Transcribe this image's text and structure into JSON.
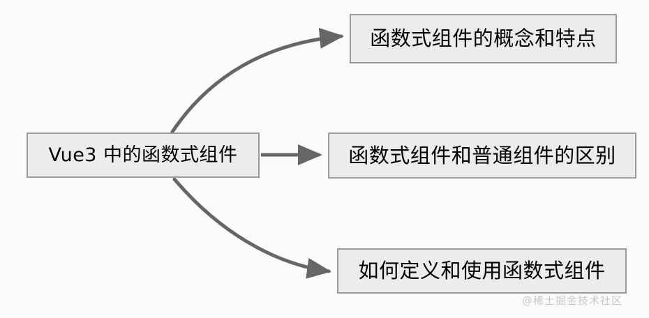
{
  "diagram": {
    "type": "mindmap",
    "background_color": "#fbfbfb",
    "node_fill_color": "#ececec",
    "node_border_color": "#9b9b9b",
    "edge_color": "#666666",
    "text_color": "#000000",
    "root": {
      "label": "Vue3 中的函数式组件"
    },
    "branches": [
      {
        "label": "函数式组件的概念和特点"
      },
      {
        "label": "函数式组件和普通组件的区别"
      },
      {
        "label": "如何定义和使用函数式组件"
      }
    ]
  },
  "watermark": {
    "text": "@稀土掘金技术社区",
    "color": "#c9c9c9"
  }
}
